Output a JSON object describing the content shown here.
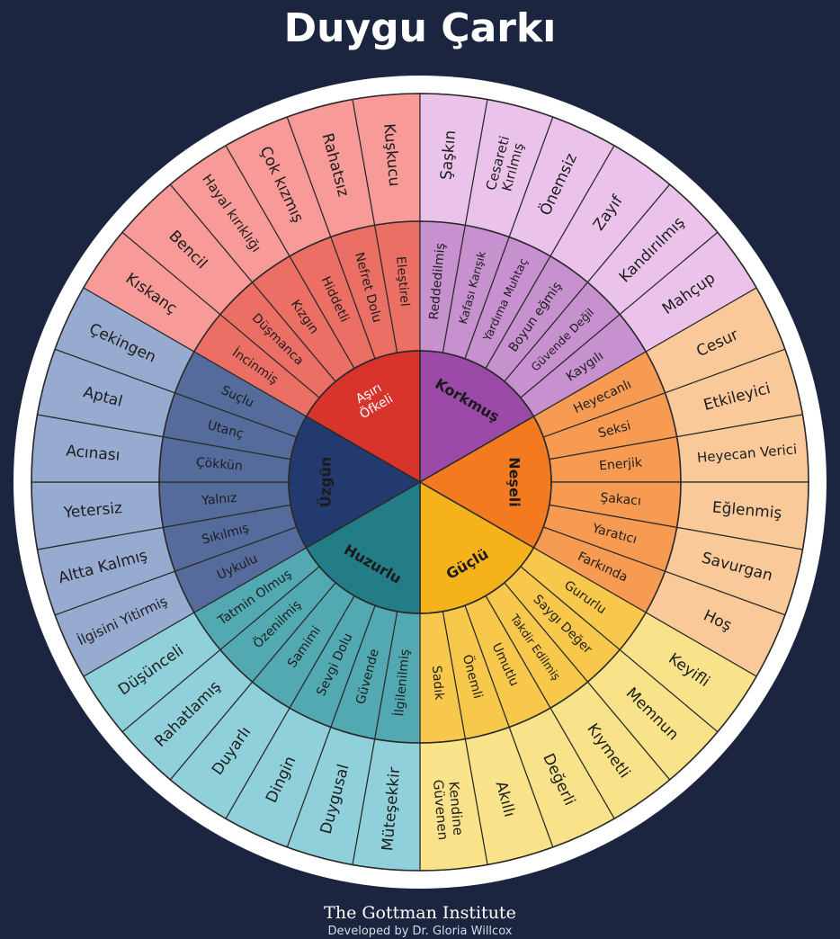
{
  "title": "Duygu Çarkı",
  "footer": {
    "organization": "The Gottman Institute",
    "developer": "Developed by Dr. Gloria Willcox"
  },
  "colors": {
    "background": "#1b2540",
    "rim": "#ffffff",
    "separator": "#2a2a2a"
  },
  "wheel": {
    "core": [
      {
        "name": "Aşırı Öfkeli",
        "lines": [
          "Aşırı",
          "Öfkeli"
        ],
        "color": "#d9342b",
        "text_color": "#ffffff"
      },
      {
        "name": "Korkmuş",
        "lines": [
          "Korkmuş"
        ],
        "color": "#9b4aa8",
        "text_color": "#1a1a1a"
      },
      {
        "name": "Neşeli",
        "lines": [
          "Neşeli"
        ],
        "color": "#f47a1f",
        "text_color": "#1a1a1a"
      },
      {
        "name": "Güçlü",
        "lines": [
          "Güçlü"
        ],
        "color": "#f6b21a",
        "text_color": "#1a1a1a"
      },
      {
        "name": "Huzurlu",
        "lines": [
          "Huzurlu"
        ],
        "color": "#237d86",
        "text_color": "#1a1a1a"
      },
      {
        "name": "Üzgün",
        "lines": [
          "Üzgün"
        ],
        "color": "#233a6e",
        "text_color": "#1a1a1a"
      }
    ],
    "middle": [
      {
        "items": [
          "İncinmiş",
          "Düşmanca",
          "Kızgın",
          "Hiddetli",
          "Nefret Dolu",
          "Eleştirel"
        ],
        "color": "#ec6f66"
      },
      {
        "items": [
          "Reddedilmiş",
          "Kafası Karışık",
          "Yardıma Muhtaç",
          "Boyun eğmiş",
          "Güvende Değil",
          "Kaygılı"
        ],
        "color": "#c790cf"
      },
      {
        "items": [
          "Heyecanlı",
          "Seksi",
          "Enerjik",
          "Şakacı",
          "Yaratıcı",
          "Farkında"
        ],
        "color": "#f79b52"
      },
      {
        "items": [
          "Gururlu",
          "Saygı Değer",
          "Takdir Edilmiş",
          "Umutlu",
          "Önemli",
          "Sadık"
        ],
        "color": "#f8c84d"
      },
      {
        "items": [
          "İlgilenilmiş",
          "Güvende",
          "Sevgi Dolu",
          "Samimi",
          "Özenilmiş",
          "Tatmin Olmuş"
        ],
        "color": "#52a9b2"
      },
      {
        "items": [
          "Uykulu",
          "Sıkılmış",
          "Yalnız",
          "Çökkün",
          "Utanç",
          "Suçlu"
        ],
        "color": "#546b9c"
      }
    ],
    "outer": [
      {
        "items": [
          "Kıskanç",
          "Bencil",
          "Hayal kırıklığı",
          "Çok kızmış",
          "Rahatsız",
          "Kuşkucu"
        ],
        "color": "#f79a98"
      },
      {
        "items": [
          "Şaşkın",
          "Cesareti Kırılmış",
          "Önemsiz",
          "Zayıf",
          "Kandırılmış",
          "Mahçup"
        ],
        "color": "#ebc3ea"
      },
      {
        "items": [
          "Cesur",
          "Etkileyici",
          "Heyecan Verici",
          "Eğlenmiş",
          "Savurgan",
          "Hoş"
        ],
        "color": "#f9c99a"
      },
      {
        "items": [
          "Keyifli",
          "Memnun",
          "Kıymetli",
          "Değerli",
          "Akıllı",
          "Kendine Güvenen"
        ],
        "color": "#f8e38a"
      },
      {
        "items": [
          "Müteşekkir",
          "Duygusal",
          "Dingin",
          "Duyarlı",
          "Rahatlamış",
          "Düşünceli"
        ],
        "color": "#8fd0da"
      },
      {
        "items": [
          "İlgisini Yitirmiş",
          "Altta Kalmış",
          "Yetersiz",
          "Acınası",
          "Aptal",
          "Çekingen"
        ],
        "color": "#97aad0"
      }
    ]
  }
}
